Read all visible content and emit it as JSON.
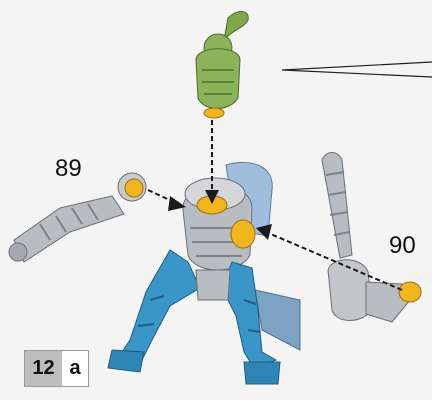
{
  "parts": [
    {
      "id": "left_arm",
      "number": "89"
    },
    {
      "id": "right_arm",
      "number": "90"
    }
  ],
  "step": {
    "number": "12",
    "sub": "a"
  },
  "colors": {
    "head_green": "#8bb35a",
    "peg_yellow": "#f2b51e",
    "armor_gray": "#b9bcc0",
    "armor_blue": "#3a95c8",
    "cape_blue": "#9fbedd",
    "arrow_dashed": "#1a1a1a"
  },
  "icons": [
    "head-part",
    "torso-part",
    "legs-part",
    "cape-part",
    "left-arm-part",
    "right-arm-part"
  ]
}
